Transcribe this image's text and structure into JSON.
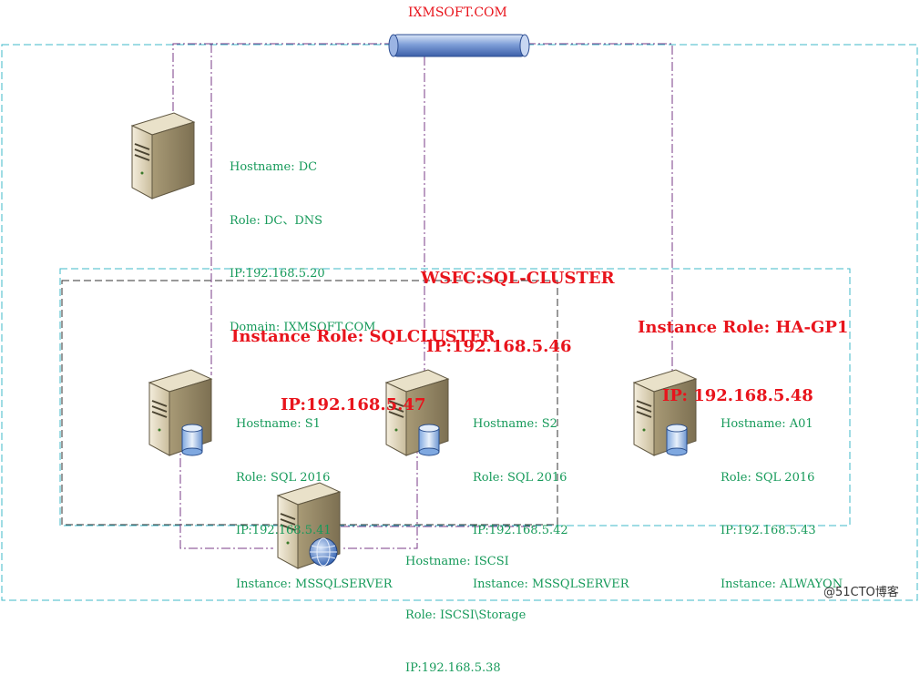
{
  "domain_label": "IXMSOFT.COM",
  "cluster": {
    "name": "WSFC:SQL-CLUSTER",
    "ip": "IP:192.168.5.46"
  },
  "roles": {
    "sqlcluster": {
      "name": "Instance Role: SQLCLUSTER",
      "ip": "IP:192.168.5.47"
    },
    "hagp": {
      "name": "Instance Role: HA-GP1",
      "ip": "IP: 192.168.5.48"
    }
  },
  "servers": {
    "dc": {
      "hostname": "Hostname: DC",
      "role": "Role: DC、DNS",
      "ip": "IP:192.168.5.20",
      "extra": "Domain: IXMSOFT.COM"
    },
    "s1": {
      "hostname": "Hostname: S1",
      "role": "Role: SQL 2016",
      "ip": "IP:192.168.5.41",
      "extra": "Instance: MSSQLSERVER"
    },
    "s2": {
      "hostname": "Hostname: S2",
      "role": "Role: SQL 2016",
      "ip": "IP:192.168.5.42",
      "extra": "Instance: MSSQLSERVER"
    },
    "a01": {
      "hostname": "Hostname: A01",
      "role": "Role: SQL 2016",
      "ip": "IP:192.168.5.43",
      "extra": "Instance: ALWAYON"
    },
    "iscsi": {
      "hostname": "Hostname: ISCSI",
      "role": "Role: ISCSI\\Storage",
      "ip": "IP:192.168.5.38"
    }
  },
  "watermark": "@51CTO博客",
  "colors": {
    "cyan_dash": "#3fb8c9",
    "purple_dash": "#7a3b87",
    "label_green": "#169a5a",
    "label_red": "#e8141c",
    "hub_blue": "#5b7fc8"
  }
}
